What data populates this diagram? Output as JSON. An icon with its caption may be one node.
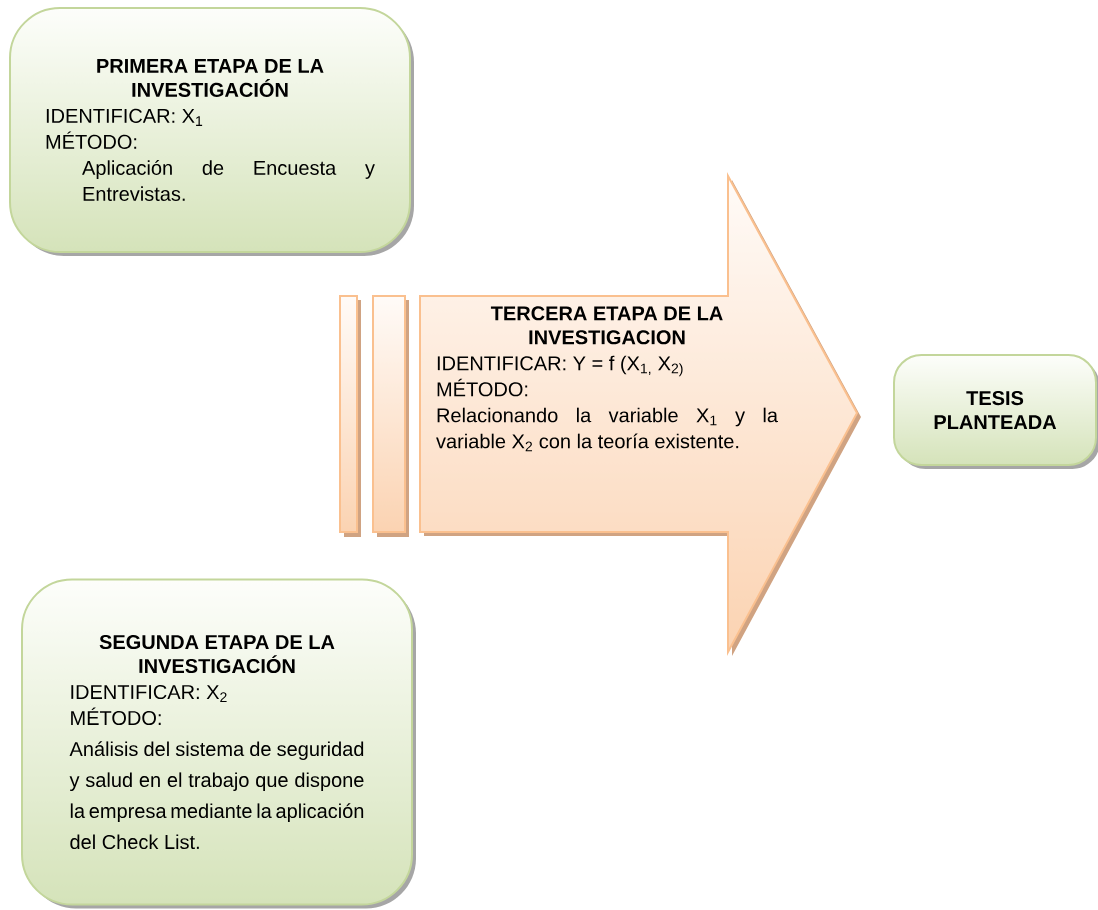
{
  "diagram": {
    "nodes": [
      {
        "text": [
          "PRIMERA ETAPA DE LA INVESTIGACIÓN",
          "IDENTIFICAR: X$_{1}$",
          "MÉTODO:",
          "Aplicación de Encuesta y Entrevistas."
        ]
      },
      {
        "text": [
          "SEGUNDA ETAPA DE LA INVESTIGACIÓN",
          "IDENTIFICAR: X$_{2}$",
          "MÉTODO:",
          "Análisis del sistema de seguridad y salud en el trabajo que dispone la empresa mediante la aplicación del Check List."
        ]
      },
      {
        "text": [
          "TERCERA ETAPA DE LA INVESTIGACION",
          "IDENTIFICAR: Y = f (X$_{1,}$ X$_{2)}$",
          "MÉTODO:",
          "Relacionando la variable X$_{1}$ y la variable X$_{2}$ con la teoría existente."
        ]
      },
      {
        "text": [
          "TESIS PLANTEADA"
        ]
      }
    ]
  }
}
